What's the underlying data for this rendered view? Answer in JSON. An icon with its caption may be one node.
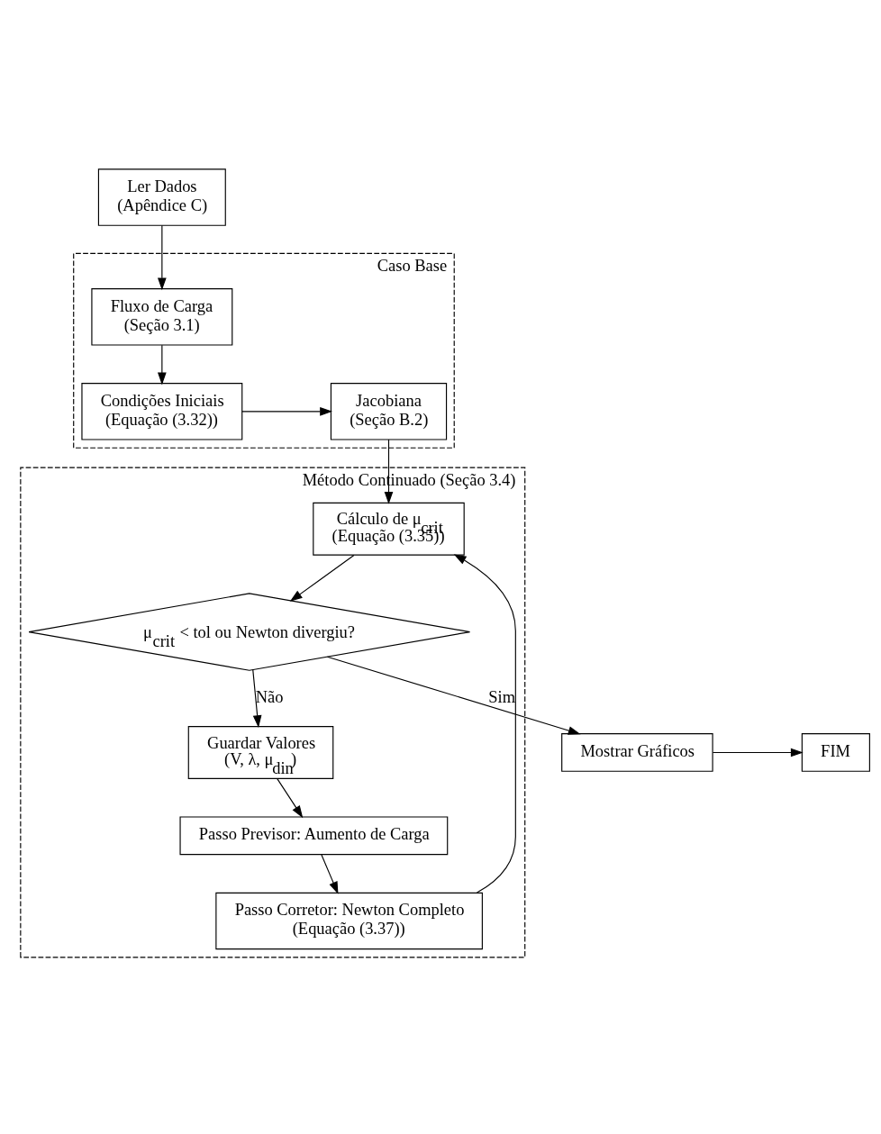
{
  "diagram": {
    "nodes": [
      {
        "text": [
          "Ler Dados",
          "(Apêndice C)"
        ]
      },
      {
        "text": [
          "Caso Base"
        ]
      },
      {
        "text": [
          "Fluxo de Carga",
          "(Seção 3.1)"
        ],
        "in": 1
      },
      {
        "text": [
          "Condições Iniciais",
          "(Equação (3.32))"
        ],
        "in": 1
      },
      {
        "text": [
          "Jacobiana",
          "(Seção B.2)"
        ],
        "in": 1
      },
      {
        "text": [
          "Método Continuado (Seção 3.4)"
        ]
      },
      {
        "text": [
          "Cálculo de μ$_{crit}$",
          "(Equação (3.35))"
        ],
        "in": 5
      },
      {
        "text": [
          "μ$_{crit}$ < tol ou Newton divergiu?"
        ],
        "in": 5
      },
      {
        "text": [
          "Guardar Valores",
          "(V, λ, μ$_{din}$)"
        ],
        "in": 5
      },
      {
        "text": [
          "Passo Previsor: Aumento de Carga"
        ],
        "in": 5
      },
      {
        "text": [
          "Passo Corretor: Newton Completo",
          "(Equação (3.37))"
        ],
        "in": 5
      },
      {
        "text": [
          "Mostrar Gráficos"
        ]
      },
      {
        "text": [
          "FIM"
        ]
      }
    ],
    "edges": [
      {
        "from": 0,
        "to": 2,
        "arrow": "to"
      },
      {
        "from": 2,
        "to": 3,
        "arrow": "to"
      },
      {
        "from": 3,
        "to": 4,
        "arrow": "to"
      },
      {
        "from": 4,
        "to": 6,
        "arrow": "to"
      },
      {
        "from": 6,
        "to": 7,
        "arrow": "to"
      },
      {
        "from": 7,
        "to": 8,
        "arrow": "to",
        "label": "Não"
      },
      {
        "from": 8,
        "to": 9,
        "arrow": "to"
      },
      {
        "from": 9,
        "to": 10,
        "arrow": "to"
      },
      {
        "from": 10,
        "to": 6,
        "arrow": "to"
      },
      {
        "from": 7,
        "to": 11,
        "arrow": "to",
        "label": "Sim"
      },
      {
        "from": 11,
        "to": 12,
        "arrow": "to"
      }
    ]
  }
}
